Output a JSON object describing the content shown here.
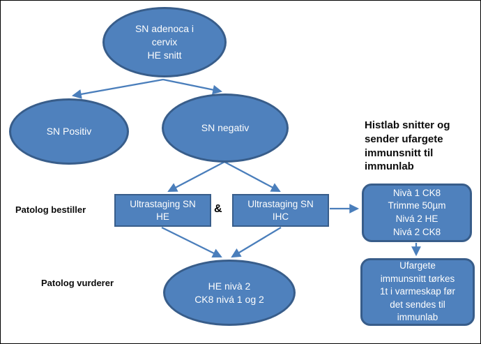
{
  "diagram": {
    "nodes": {
      "sn_adenoca": {
        "lines": [
          "SN adenoca i",
          "cervix",
          "HE snitt"
        ]
      },
      "sn_positiv": {
        "label": "SN Positiv"
      },
      "sn_negativ": {
        "label": "SN negativ"
      },
      "ultrastaging_he": {
        "lines": [
          "Ultrastaging SN",
          "HE"
        ]
      },
      "ultrastaging_ihc": {
        "lines": [
          "Ultrastaging SN",
          "IHC"
        ]
      },
      "niva_steps": {
        "lines": [
          "Nivà 1 CK8",
          "Trimme 50µm",
          "Nivá 2 HE",
          "Nivá 2 CK8"
        ]
      },
      "ufargete_steps": {
        "lines": [
          "Ufargete",
          "immunsnitt tørkes",
          "1t i varmeskap før",
          "det sendes til",
          "immunlab"
        ]
      },
      "he_niva": {
        "lines": [
          "HE nivà 2",
          "CK8 nivá 1 og 2"
        ]
      }
    },
    "annotations": {
      "ampersand": "&",
      "patolog_bestiller": "Patolog bestiller",
      "patolog_vurderer": "Patolog vurderer",
      "histlab_note": {
        "lines": [
          "Histlab snitter og",
          "sender ufargete",
          "immunsnitt til",
          "immunlab"
        ]
      }
    },
    "colors": {
      "shape_fill": "#4f81bd",
      "shape_border": "#385d8a",
      "arrow": "#4a7ebb",
      "shape_text": "#fdfdfd",
      "label_text": "#0c0c0c",
      "background": "#ffffff"
    }
  }
}
